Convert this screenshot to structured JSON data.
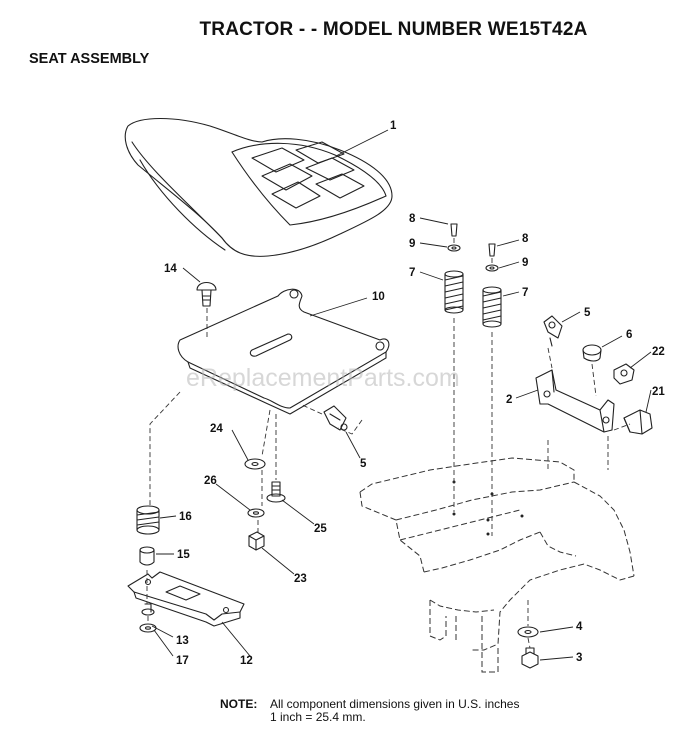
{
  "header": {
    "title": "TRACTOR - - MODEL NUMBER WE15T42A",
    "section": "SEAT ASSEMBLY"
  },
  "watermark": "eReplacementParts.com",
  "callouts": {
    "c1": "1",
    "c2": "2",
    "c3": "3",
    "c4": "4",
    "c5a": "5",
    "c5b": "5",
    "c6": "6",
    "c7a": "7",
    "c7b": "7",
    "c8a": "8",
    "c8b": "8",
    "c9a": "9",
    "c9b": "9",
    "c10": "10",
    "c12": "12",
    "c13": "13",
    "c14": "14",
    "c15": "15",
    "c16": "16",
    "c17": "17",
    "c21": "21",
    "c22": "22",
    "c23": "23",
    "c24": "24",
    "c25": "25",
    "c26": "26"
  },
  "note": {
    "label": "NOTE:",
    "line1": "All component dimensions given in U.S. inches",
    "line2": "1 inch = 25.4 mm."
  }
}
